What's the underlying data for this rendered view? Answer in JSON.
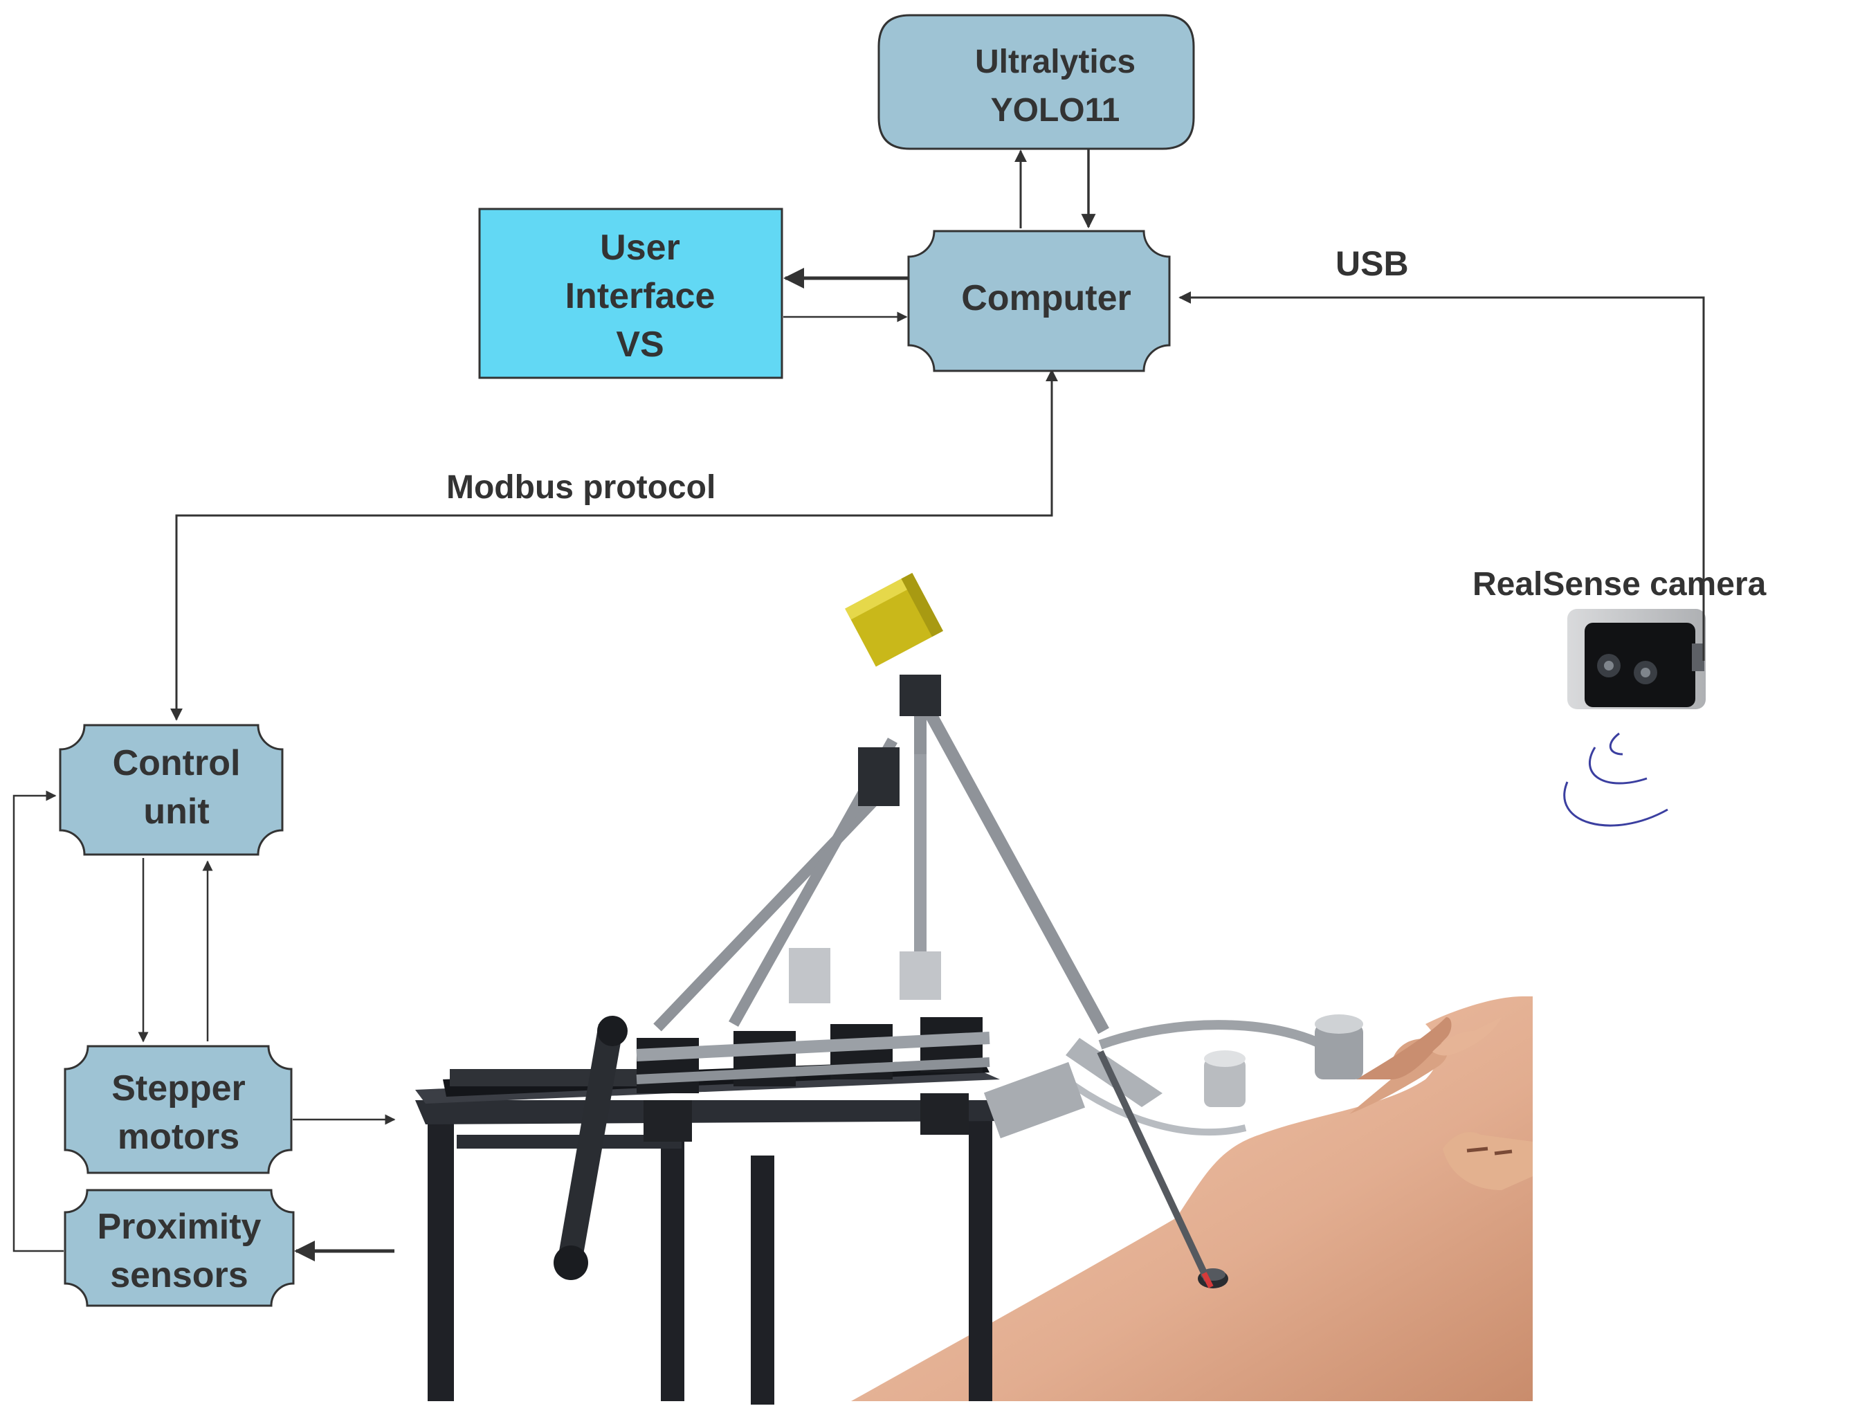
{
  "blocks": {
    "yolo": {
      "lines": [
        "Ultralytics",
        "YOLO11"
      ]
    },
    "ui": {
      "lines": [
        "User",
        "Interface",
        "VS"
      ]
    },
    "computer": {
      "lines": [
        "Computer"
      ]
    },
    "control": {
      "lines": [
        "Control",
        "unit"
      ]
    },
    "stepper": {
      "lines": [
        "Stepper",
        "motors"
      ]
    },
    "proximity": {
      "lines": [
        "Proximity",
        "sensors"
      ]
    }
  },
  "labels": {
    "usb": "USB",
    "modbus": "Modbus protocol",
    "camera": "RealSense camera"
  },
  "colors": {
    "block_fill": "#9ec3d4",
    "ui_fill": "#62d8f4",
    "stroke": "#333333",
    "camera_waves": "#3b3fa0",
    "robot_frame": "#1f2126",
    "robot_rods": "#8f9399",
    "sensor_box": "#c9b81a",
    "skin": "#e7b79c",
    "table_green": "#38d43a"
  }
}
